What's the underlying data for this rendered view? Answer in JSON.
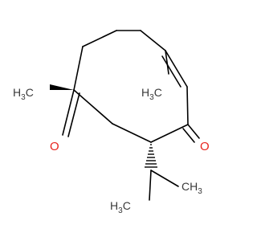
{
  "molecule": {
    "labels": {
      "methyl_left": {
        "main": "H",
        "sub": "3",
        "tail": "C"
      },
      "methyl_ring": {
        "main": "H",
        "sub": "3",
        "tail": "C"
      },
      "methyl_isopropyl_right": {
        "main": "CH",
        "sub": "3"
      },
      "methyl_isopropyl_left": {
        "main": "H",
        "sub": "3",
        "tail": "C"
      },
      "oxygen_left": "O",
      "oxygen_right": "O"
    },
    "colors": {
      "bond": "#000000",
      "carbon_label": "#3a3a3a",
      "oxygen": "#e8251f"
    }
  }
}
